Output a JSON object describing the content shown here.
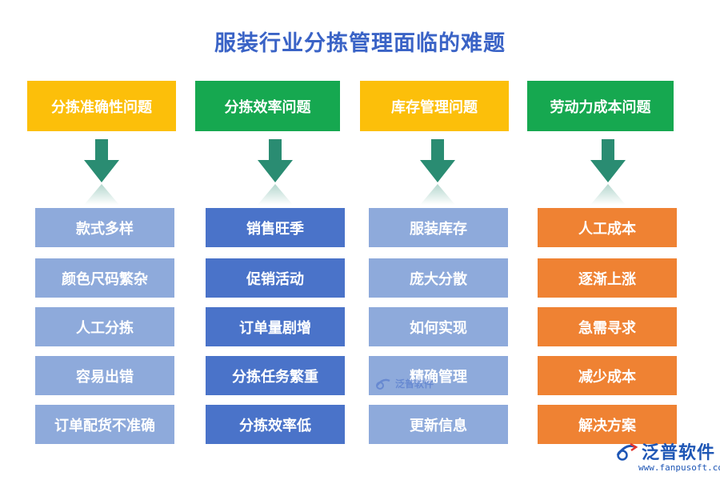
{
  "title": "服装行业分拣管理面临的难题",
  "columns": [
    {
      "header": "分拣准确性问题",
      "header_color": "#fcbf0a",
      "item_color": "#8eaadb",
      "items": [
        "款式多样",
        "颜色尺码繁杂",
        "人工分拣",
        "容易出错",
        "订单配货不准确"
      ]
    },
    {
      "header": "分拣效率问题",
      "header_color": "#16a850",
      "item_color": "#4a73c9",
      "items": [
        "销售旺季",
        "促销活动",
        "订单量剧增",
        "分拣任务繁重",
        "分拣效率低"
      ]
    },
    {
      "header": "库存管理问题",
      "header_color": "#fcbf0a",
      "item_color": "#8eaadb",
      "items": [
        "服装库存",
        "庞大分散",
        "如何实现",
        "精确管理",
        "更新信息"
      ]
    },
    {
      "header": "劳动力成本问题",
      "header_color": "#16a850",
      "item_color": "#ef8233",
      "items": [
        "人工成本",
        "逐渐上涨",
        "急需寻求",
        "减少成本",
        "解决方案"
      ]
    }
  ],
  "arrow_color": "#2a8c72",
  "watermark": {
    "text": "泛普软件",
    "icon": "fanpu-logo-icon"
  },
  "logo": {
    "name": "泛普软件",
    "url": "www.fanpusoft.com",
    "icon": "fanpu-logo-icon"
  }
}
